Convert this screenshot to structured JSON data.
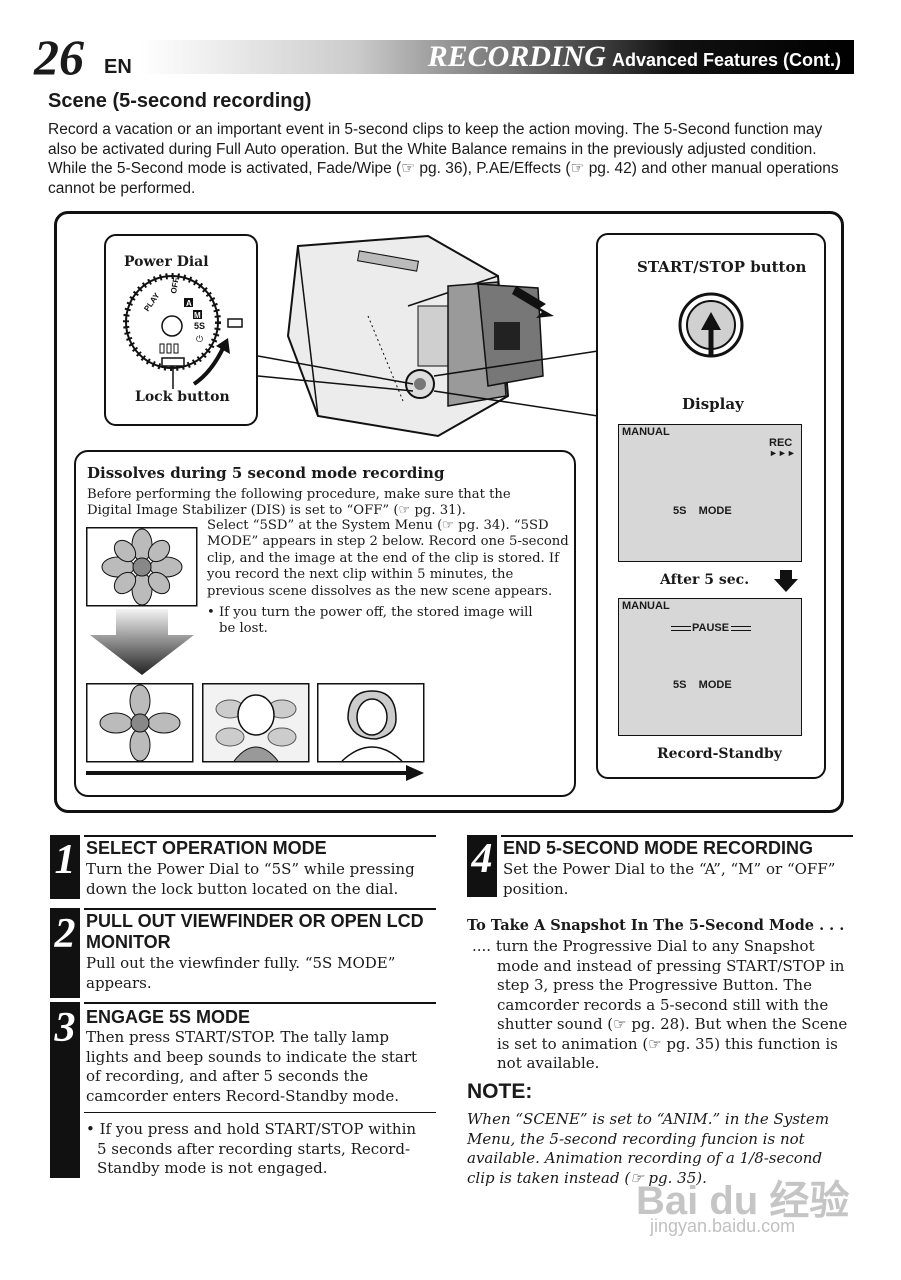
{
  "header": {
    "page_number": "26",
    "lang": "EN",
    "section": "RECORDING",
    "subsection": "Advanced Features (Cont.)"
  },
  "section_title": "Scene (5-second recording)",
  "intro": "Record a vacation or an important event in 5-second clips to keep the action moving. The 5-Second function may also be activated during Full Auto operation. But the White Balance remains in the previously adjusted condition. While the 5-Second mode is activated, Fade/Wipe (☞ pg. 36), P.AE/Effects (☞ pg. 42) and other manual operations cannot be performed.",
  "figure": {
    "power_dial_label": "Power Dial",
    "lock_button_label": "Lock button",
    "dial_marks": {
      "play": "PLAY",
      "off": "OFF",
      "a": "A",
      "m": "M",
      "five_s": "5S"
    },
    "start_stop_label": "START/STOP button",
    "display_label": "Display",
    "after_label": "After 5 sec.",
    "standby_label": "Record-Standby",
    "lcd1": {
      "manual": "MANUAL",
      "rec": "REC",
      "arrows": "►►►",
      "mode": "5S    MODE"
    },
    "lcd2": {
      "manual": "MANUAL",
      "pause": "PAUSE",
      "mode": "5S    MODE"
    },
    "dissolve": {
      "title": "Dissolves during 5 second mode recording",
      "para1": "Before performing the following procedure, make sure that the Digital Image Stabilizer (DIS) is set to “OFF” (☞ pg. 31).",
      "para2": "Select “5SD” at the System Menu (☞ pg. 34). “5SD MODE” appears in step 2 below. Record one 5-second clip, and the image at the end of the clip is stored. If you record the next clip within 5 minutes, the previous scene dissolves as the new scene appears.",
      "bullet": "• If you turn the power off, the stored image will be lost."
    }
  },
  "steps": [
    {
      "num": "1",
      "title": "SELECT OPERATION MODE",
      "body": "Turn the Power Dial to “5S” while pressing down the lock button located on the dial."
    },
    {
      "num": "2",
      "title": "PULL OUT VIEWFINDER OR OPEN LCD MONITOR",
      "body": "Pull out the viewfinder fully. “5S MODE” appears."
    },
    {
      "num": "3",
      "title": "ENGAGE 5S MODE",
      "body": "Then press START/STOP. The tally lamp lights and beep sounds to indicate the start of recording, and after 5 seconds the camcorder enters Record-Standby mode.",
      "bullet": "• If you press and hold START/STOP within 5 seconds after recording starts, Record-Standby mode is not engaged."
    },
    {
      "num": "4",
      "title": "END 5-SECOND MODE RECORDING",
      "body": "Set the Power Dial to the “A”, “M” or “OFF” position."
    }
  ],
  "snapshot": {
    "title": "To Take A Snapshot In The 5-Second Mode . . .",
    "body": ".... turn the Progressive Dial to any Snapshot mode and instead of pressing START/STOP in step 3, press the Progressive Button. The camcorder records a 5-second still with the shutter sound (☞ pg. 28). But when the Scene is set to animation (☞ pg. 35) this function is not available."
  },
  "note": {
    "title": "NOTE:",
    "body": "When “SCENE” is set to “ANIM.” in the System Menu, the 5-second recording funcion is not available. Animation recording of a 1/8-second clip is taken instead (☞ pg. 35)."
  },
  "watermark": {
    "logo": "Bai du 经验",
    "url": "jingyan.baidu.com"
  }
}
